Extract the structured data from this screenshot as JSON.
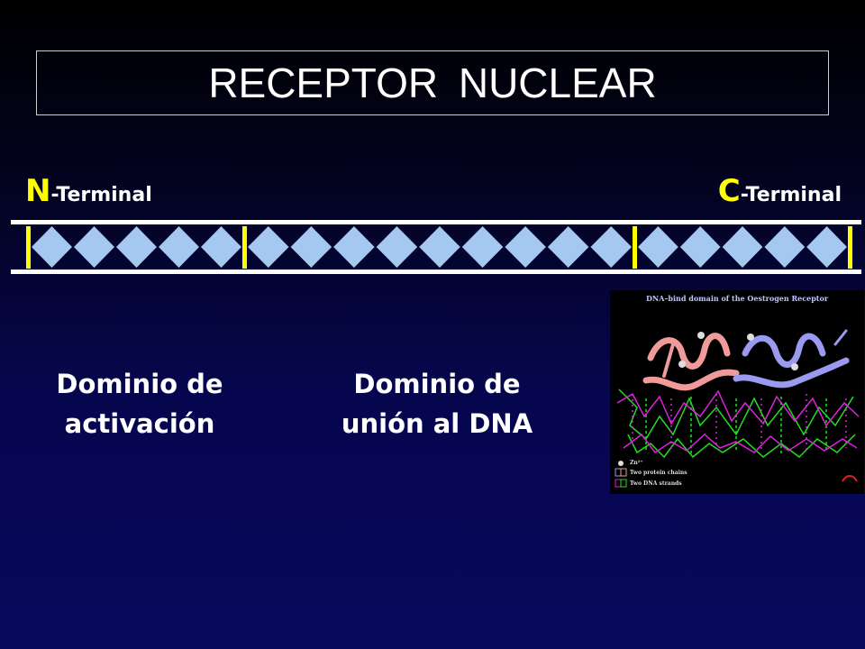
{
  "title": "RECEPTOR  NUCLEAR",
  "terminals": {
    "n_letter": "N",
    "n_suffix": "-Terminal",
    "c_letter": "C",
    "c_suffix": "-Terminal"
  },
  "domains": {
    "activation_line1": "Dominio de",
    "activation_line2": "activación",
    "dna_line1": "Dominio de",
    "dna_line2": "unión al DNA"
  },
  "structure_image": {
    "title": "DNA–bind domain of the Oestrogen Receptor",
    "legend": [
      "Zn²⁺",
      "Two protein chains",
      "Two DNA strands"
    ]
  },
  "colors": {
    "diamond": "#a4c8f0",
    "rail": "#ffffff",
    "divider": "#ffff00",
    "terminal_letter": "#ffff00",
    "protein_a": "#f09a9a",
    "protein_b": "#9a9af0",
    "dna_a": "#22dd22",
    "dna_b": "#dd22dd"
  },
  "diagram": {
    "segment_diamonds": [
      5,
      9,
      5
    ]
  }
}
